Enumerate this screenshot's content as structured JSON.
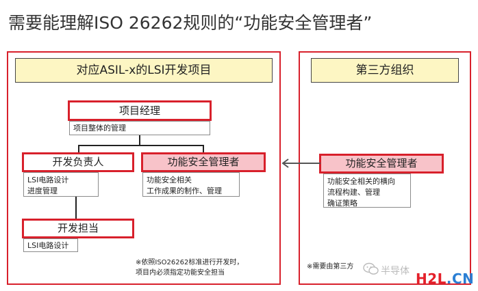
{
  "title": "需要能理解ISO 26262规则的“功能安全管理者”",
  "left_panel": {
    "header": "对应ASIL-x的LSI开发项目",
    "project_manager": {
      "label": "项目经理",
      "desc": "项目整体的管理"
    },
    "dev_lead": {
      "label": "开发负责人",
      "desc_lines": [
        "LSI电路设计",
        "进度管理"
      ]
    },
    "safety_manager": {
      "label": "功能安全管理者",
      "desc_lines": [
        "功能安全相关",
        "工作成果的制作、管理"
      ]
    },
    "dev_staff": {
      "label": "开发担当",
      "desc": "LSI电路设计"
    },
    "note_lines": [
      "※依照ISO26262标准进行开发时，",
      "项目内必须指定功能安全担当"
    ]
  },
  "right_panel": {
    "header": "第三方组织",
    "safety_manager": {
      "label": "功能安全管理者",
      "desc_lines": [
        "功能安全相关的横向",
        "流程构建、管理",
        "确证策略"
      ]
    },
    "note": "※需要由第三方"
  },
  "watermark": {
    "text": "半导体"
  },
  "logo": {
    "part1": "H2L",
    "part2": ".CN",
    "color1": "#e4202a",
    "color2": "#2b7fd4"
  },
  "colors": {
    "frame_red": "#d8202b",
    "header_yellow": "#fdf6c3",
    "role_pink": "#f8c3c9"
  }
}
